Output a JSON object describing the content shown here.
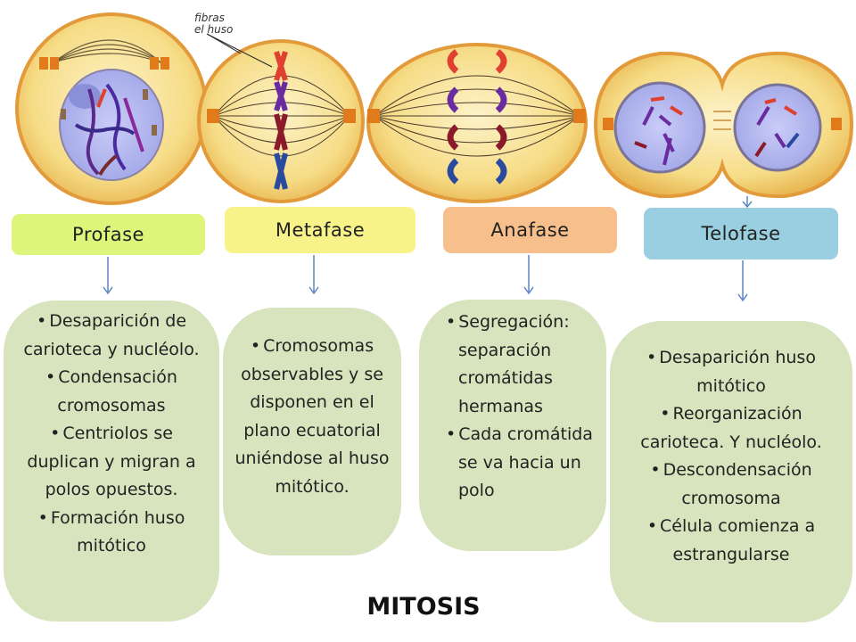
{
  "spindle_label_lines": [
    "fibras",
    "el huso"
  ],
  "phases": [
    {
      "label": "Profase",
      "color": "#ddf57a"
    },
    {
      "label": "Metafase",
      "color": "#f8f389"
    },
    {
      "label": "Anafase",
      "color": "#f6bf8c"
    },
    {
      "label": "Telofase",
      "color": "#99cfe0"
    }
  ],
  "descriptions": {
    "profase": [
      "Desaparición de carioteca y nucléolo.",
      "Condensación cromosomas",
      "Centriolos se duplican y migran a polos opuestos.",
      "Formación huso mitótico"
    ],
    "metafase": [
      "Cromosomas observables y se disponen en el plano ecuatorial uniéndose al huso mitótico."
    ],
    "anafase": [
      "Segregación: separación cromátidas hermanas",
      "Cada cromátida se va hacia un polo"
    ],
    "telofase": [
      "Desaparición huso mitótico",
      "Reorganización carioteca. Y nucléolo.",
      "Descondensación cromosoma",
      "Célula comienza a estrangularse"
    ]
  },
  "title": "MITOSIS",
  "colors": {
    "cell_fill": "#f7dc8a",
    "cell_stroke": "#e3a63a",
    "nucleus": "#b4b8ee",
    "arrow": "#5b86c4",
    "desc_box": "#d7e4bd"
  }
}
